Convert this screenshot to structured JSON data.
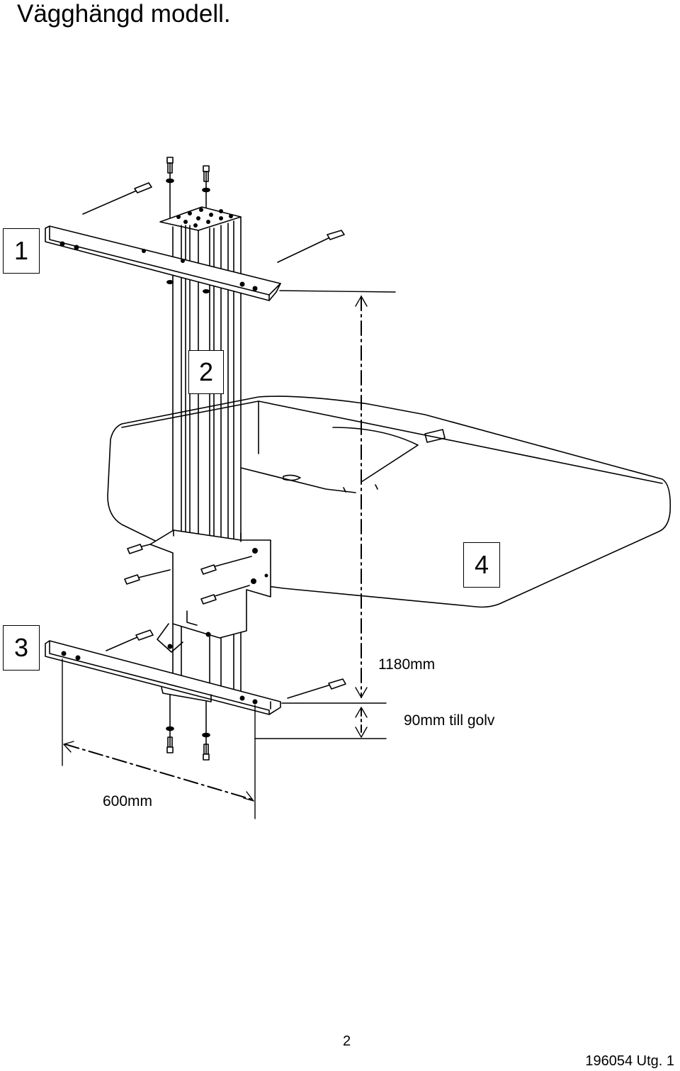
{
  "page": {
    "title": "Vägghängd modell.",
    "page_number": "2",
    "doc_ref": "196054 Utg. 1"
  },
  "callouts": {
    "c1": "1",
    "c2": "2",
    "c3": "3",
    "c4": "4"
  },
  "dimensions": {
    "height": "1180mm",
    "floor_clearance": "90mm till golv",
    "width": "600mm"
  }
}
